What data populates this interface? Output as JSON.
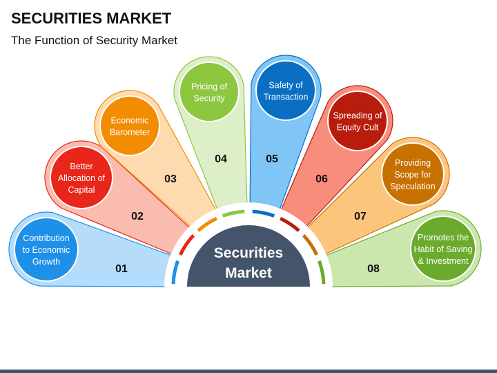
{
  "title": "SECURITIES MARKET",
  "subtitle": "The Function of Security Market",
  "center": {
    "line1": "Securities",
    "line2": "Market",
    "color": "#44546a"
  },
  "items": [
    {
      "num": "01",
      "lines": [
        "Contribution",
        "to Economic",
        "Growth"
      ],
      "color": "#1e90e8",
      "light": "#b5dcfa"
    },
    {
      "num": "02",
      "lines": [
        "Better",
        "Allocation of",
        "Capital"
      ],
      "color": "#e8261a",
      "light": "#fbbcb0"
    },
    {
      "num": "03",
      "lines": [
        "Economic",
        "Barometer"
      ],
      "color": "#f28c00",
      "light": "#fddbae"
    },
    {
      "num": "04",
      "lines": [
        "Pricing of",
        "Security"
      ],
      "color": "#8dc63f",
      "light": "#ddefc8"
    },
    {
      "num": "05",
      "lines": [
        "Safety of",
        "Transaction"
      ],
      "color": "#0a6fc2",
      "light": "#7fc6f7"
    },
    {
      "num": "06",
      "lines": [
        "Spreading of",
        "Equity Cult"
      ],
      "color": "#b71c0c",
      "light": "#f98d7c"
    },
    {
      "num": "07",
      "lines": [
        "Providing",
        "Scope for",
        "Speculation"
      ],
      "color": "#c77100",
      "light": "#fcc57c"
    },
    {
      "num": "08",
      "lines": [
        "Promotes the",
        "Habit of Saving",
        "& Investment"
      ],
      "color": "#6aaa2c",
      "light": "#cbe7ad"
    }
  ]
}
